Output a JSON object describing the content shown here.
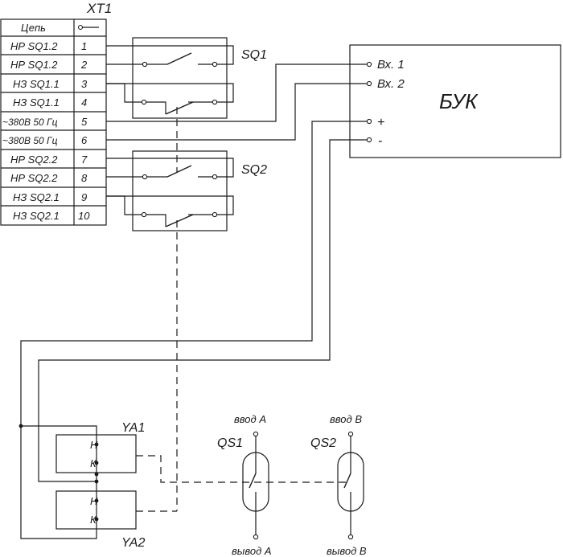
{
  "terminal_block": {
    "name": "XT1",
    "header": "Цепь",
    "rows": [
      {
        "circuit": "НР SQ1.2",
        "num": "1"
      },
      {
        "circuit": "НР SQ1.2",
        "num": "2"
      },
      {
        "circuit": "НЗ SQ1.1",
        "num": "3"
      },
      {
        "circuit": "НЗ SQ1.1",
        "num": "4"
      },
      {
        "circuit": "~380В 50 Гц",
        "num": "5"
      },
      {
        "circuit": "~380В 50 Гц",
        "num": "6"
      },
      {
        "circuit": "НР SQ2.2",
        "num": "7"
      },
      {
        "circuit": "НР SQ2.2",
        "num": "8"
      },
      {
        "circuit": "НЗ SQ2.1",
        "num": "9"
      },
      {
        "circuit": "НЗ SQ2.1",
        "num": "10"
      }
    ]
  },
  "switches": {
    "sq1": "SQ1",
    "sq2": "SQ2"
  },
  "buk": {
    "name": "БУК",
    "inputs": {
      "in1": "Вх. 1",
      "in2": "Вх. 2",
      "plus": "+",
      "minus": "-"
    }
  },
  "solenoids": {
    "ya1": {
      "name": "YA1",
      "n": "Н",
      "k": "К"
    },
    "ya2": {
      "name": "YA2",
      "n": "Н",
      "k": "К"
    }
  },
  "breakers": {
    "qs1": {
      "name": "QS1",
      "input": "ввод А",
      "output": "вывод А"
    },
    "qs2": {
      "name": "QS2",
      "input": "ввод В",
      "output": "вывод В"
    }
  }
}
